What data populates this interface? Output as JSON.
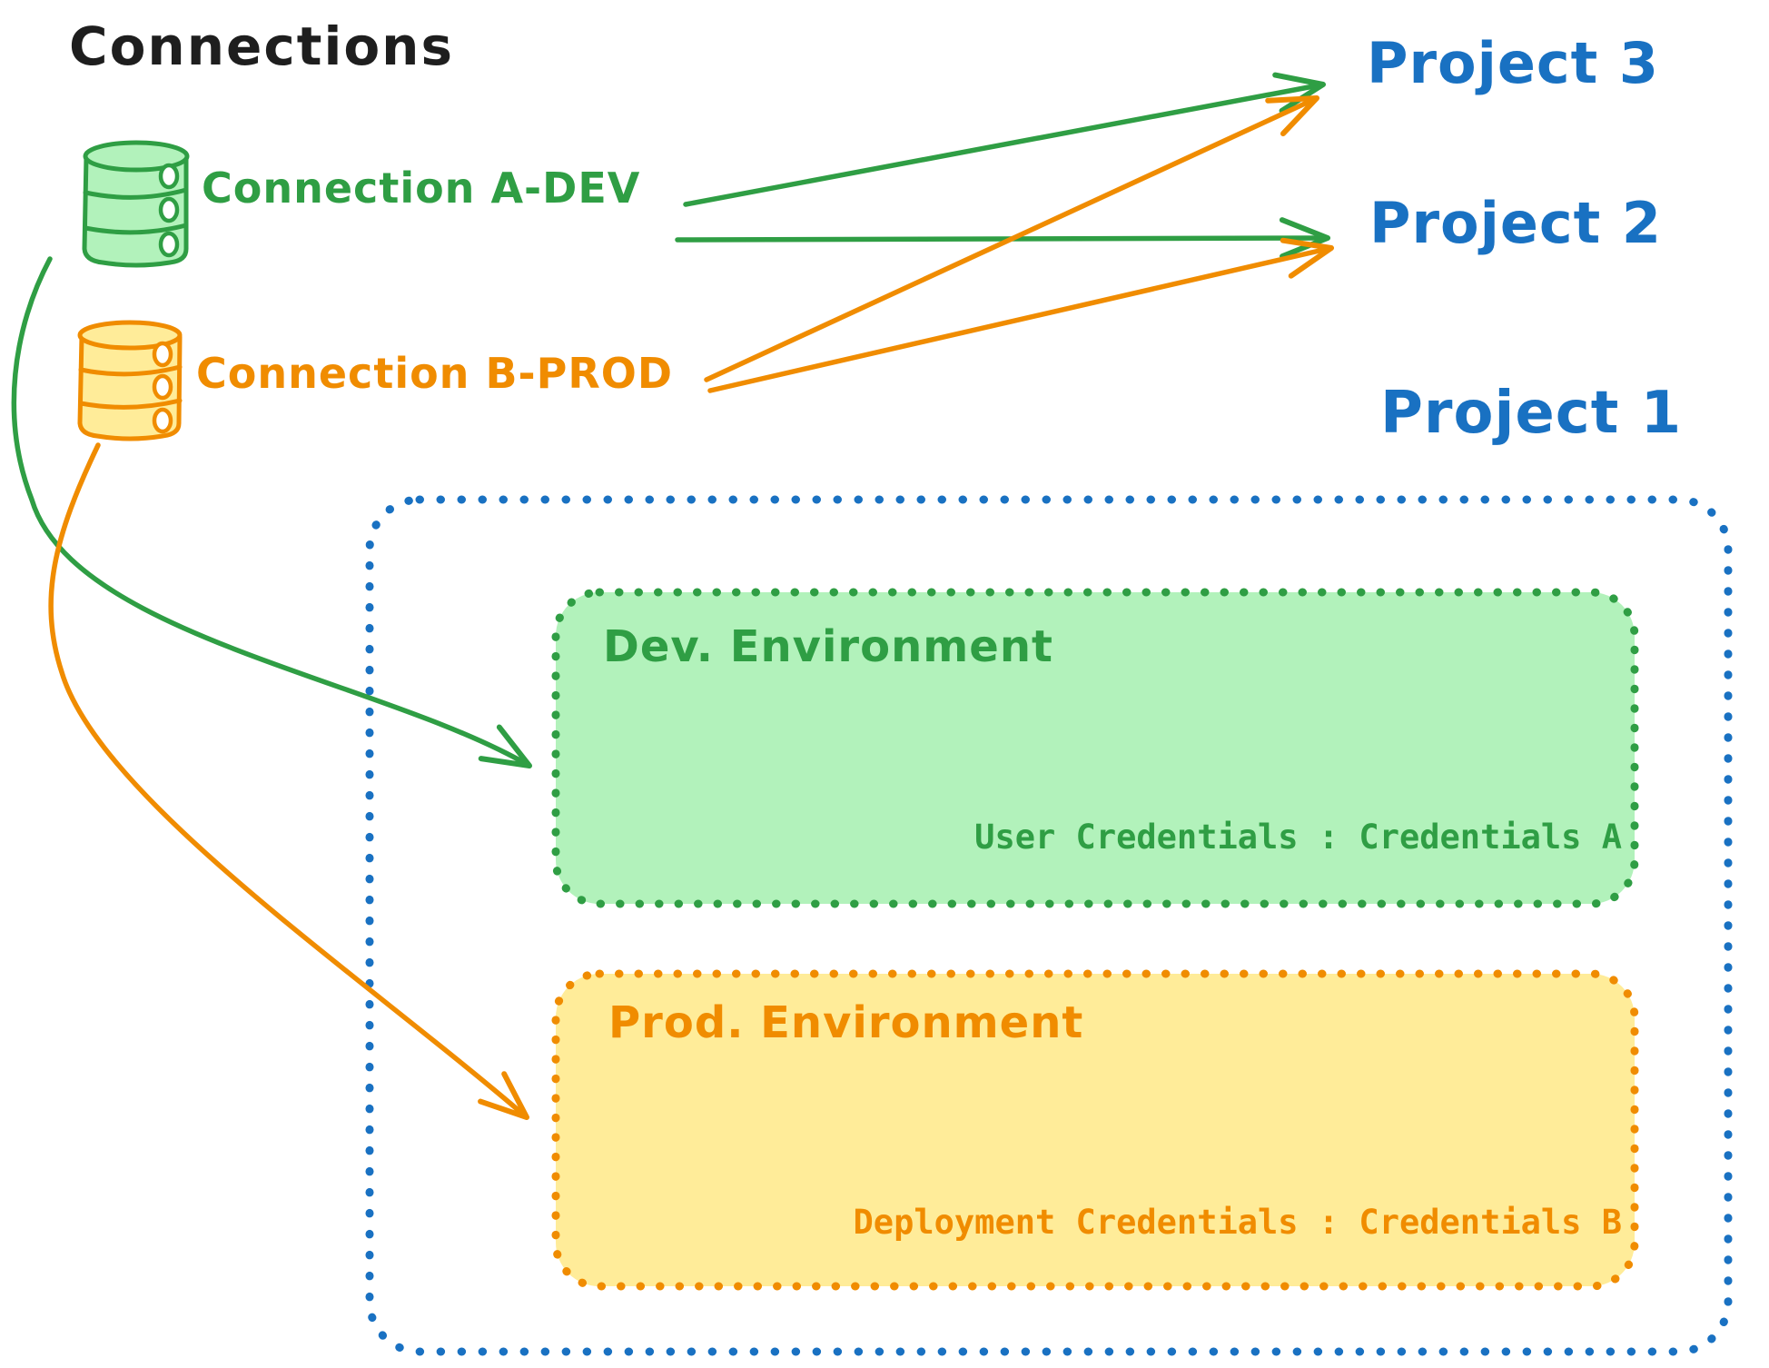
{
  "title": "Connections",
  "palette": {
    "text_black": "#1e1e1e",
    "green_stroke": "#2f9e44",
    "green_fill": "#b2f2bb",
    "orange_stroke": "#f08c00",
    "orange_fill": "#ffec99",
    "blue": "#1971c2"
  },
  "connections": [
    {
      "label": "Connection A-DEV",
      "icon": "database-cylinder-icon",
      "color": "#2f9e44"
    },
    {
      "label": "Connection B-PROD",
      "icon": "database-cylinder-icon",
      "color": "#f08c00"
    }
  ],
  "projects": [
    {
      "label": "Project 3"
    },
    {
      "label": "Project 2"
    },
    {
      "label": "Project 1"
    }
  ],
  "project1_detail": {
    "dev": {
      "label": "Dev. Environment",
      "credentials_line": "User Credentials : Credentials A"
    },
    "prod": {
      "label": "Prod. Environment",
      "credentials_line": "Deployment Credentials : Credentials B"
    }
  },
  "arrows": [
    {
      "from": "Connection A-DEV",
      "to": "Project 3"
    },
    {
      "from": "Connection A-DEV",
      "to": "Project 2"
    },
    {
      "from": "Connection B-PROD",
      "to": "Project 3"
    },
    {
      "from": "Connection B-PROD",
      "to": "Project 2"
    },
    {
      "from": "Connection A-DEV",
      "to": "Dev. Environment"
    },
    {
      "from": "Connection B-PROD",
      "to": "Prod. Environment"
    }
  ]
}
